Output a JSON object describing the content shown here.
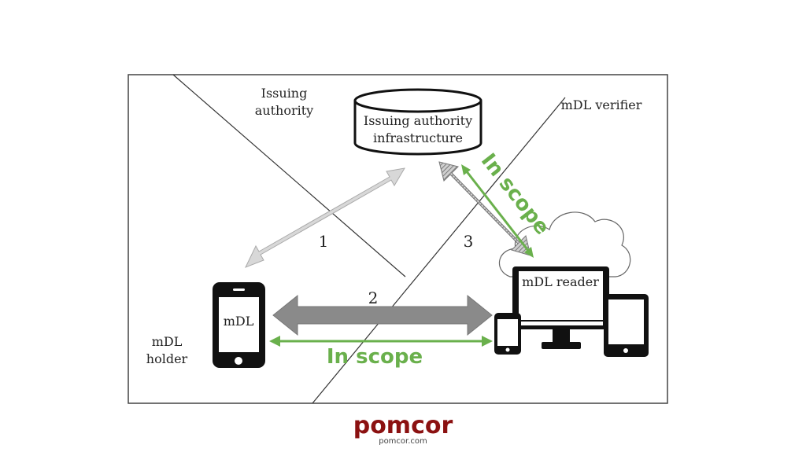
{
  "labels": {
    "issuing_authority": [
      "Issuing",
      "authority"
    ],
    "infrastructure": [
      "Issuing authority",
      "infrastructure"
    ],
    "mdl_verifier": "mDL verifier",
    "mdl_holder": [
      "mDL",
      "holder"
    ],
    "phone_label": "mDL",
    "reader_label": "mDL reader",
    "flow_1": "1",
    "flow_2": "2",
    "flow_3": "3",
    "scope_horizontal": "In scope",
    "scope_diagonal": "In scope"
  },
  "footer": {
    "logo": "pomcor",
    "url": "pomcor.com"
  },
  "colors": {
    "scope_green": "#6ab04c",
    "logo_red": "#8b1111",
    "arrow_light": "#d4d4d4",
    "arrow_dark": "#8a8a8a"
  }
}
